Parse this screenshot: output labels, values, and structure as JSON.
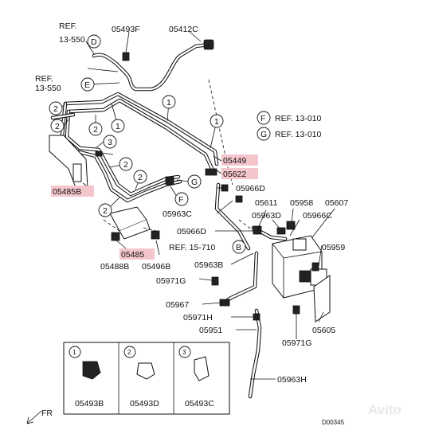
{
  "diagram": {
    "callouts": {
      "ref_13_550_a": "REF.\n13-550",
      "ref_13_550_b": "REF.\n13-550",
      "d": "D",
      "e": "E",
      "f": "F",
      "g": "G",
      "b": "B",
      "part_05493f": "05493F",
      "part_05412c": "05412C",
      "ref_f": "REF. 13-010",
      "ref_g": "REF. 13-010",
      "part_05449": "05449",
      "part_05622": "05622",
      "part_05966d_a": "05966D",
      "part_05485b": "05485B",
      "part_05963c": "05963C",
      "part_05611": "05611",
      "part_05963d": "05963D",
      "part_05958": "05958",
      "part_05966c": "05966C",
      "part_05607": "05607",
      "part_05966d_b": "05966D",
      "part_05485": "05485",
      "part_05488b": "05488B",
      "part_05496b": "05496B",
      "ref_15_710": "REF. 15-710",
      "part_05963b": "05963B",
      "part_05959": "05959",
      "part_05971g_a": "05971G",
      "part_05967": "05967",
      "part_05971h": "05971H",
      "part_05951": "05951",
      "part_05605": "05605",
      "part_05971g_b": "05971G",
      "part_05963h": "05963H",
      "clip_1": "05493B",
      "clip_2": "05493D",
      "clip_3": "05493C",
      "n1": "1",
      "n2": "2",
      "n3": "3",
      "fr": "FR",
      "code": "D00345",
      "watermark": "Avito"
    },
    "highlight_color": "#f4c6cc"
  }
}
